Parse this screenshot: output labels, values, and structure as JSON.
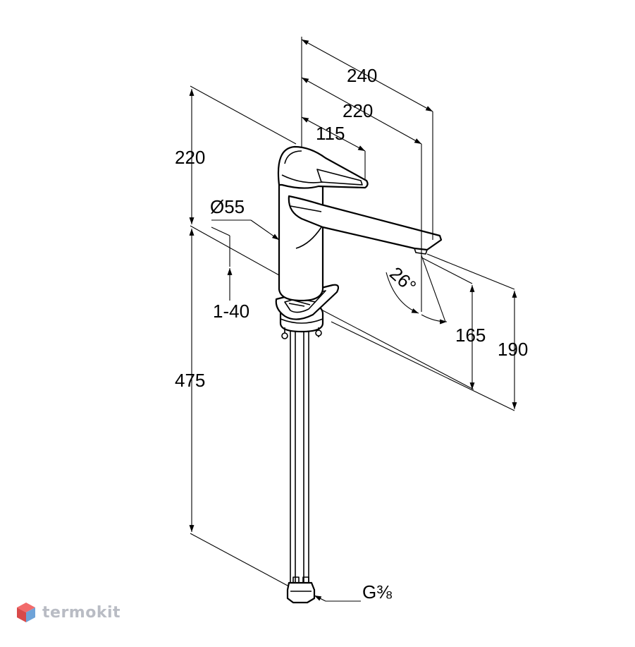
{
  "dimensions": {
    "length_total": "240",
    "length_spout": "220",
    "length_handle": "115",
    "height_upper": "220",
    "diameter": "Ø55",
    "deck_thickness": "1-40",
    "height_lower": "475",
    "spout_angle": "26°",
    "spout_height_low": "165",
    "spout_height_high": "190",
    "thread": "G⅜"
  },
  "watermark": {
    "text": "termokit",
    "icon": "hexagon-cube-icon",
    "colors": {
      "top": "#f26b6b",
      "left": "#d94a4a",
      "right": "#6fa3d8"
    }
  }
}
